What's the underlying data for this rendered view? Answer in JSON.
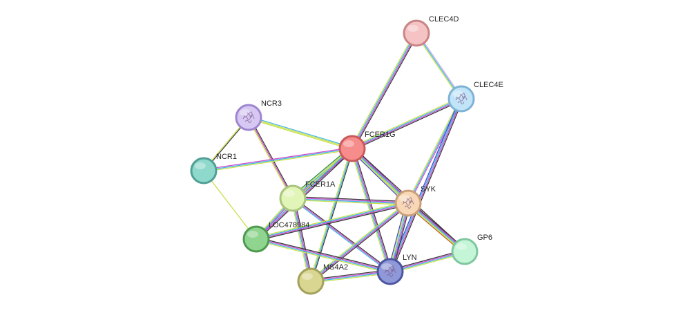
{
  "nodes": [
    {
      "id": "CLEC4D",
      "label": "CLEC4D",
      "fill": "#f5c3c3",
      "stroke": "#c98585",
      "icon": "none"
    },
    {
      "id": "CLEC4E",
      "label": "CLEC4E",
      "fill": "#c2e4f8",
      "stroke": "#7fb3d4",
      "icon": "protein-structure-icon"
    },
    {
      "id": "NCR3",
      "label": "NCR3",
      "fill": "#d7c8f3",
      "stroke": "#9d86cf",
      "icon": "protein-structure-icon"
    },
    {
      "id": "FCER1G",
      "label": "FCER1G",
      "fill": "#f78c8c",
      "stroke": "#c95a5a",
      "icon": "none"
    },
    {
      "id": "NCR1",
      "label": "NCR1",
      "fill": "#8fd8cc",
      "stroke": "#4f9f95",
      "icon": "none"
    },
    {
      "id": "FCER1A",
      "label": "FCER1A",
      "fill": "#e2f5b8",
      "stroke": "#a9c37c",
      "icon": "none"
    },
    {
      "id": "SYK",
      "label": "SYK",
      "fill": "#f8d7b6",
      "stroke": "#c9a07a",
      "icon": "protein-structure-icon"
    },
    {
      "id": "LOC478984",
      "label": "LOC478984",
      "fill": "#8fd48f",
      "stroke": "#4f9a4f",
      "icon": "none"
    },
    {
      "id": "GP6",
      "label": "GP6",
      "fill": "#c3f5d6",
      "stroke": "#7fc79e",
      "icon": "none"
    },
    {
      "id": "LYN",
      "label": "LYN",
      "fill": "#8f98d8",
      "stroke": "#4c569e",
      "icon": "protein-structure-icon"
    },
    {
      "id": "MS4A2",
      "label": "MS4A2",
      "fill": "#d9d692",
      "stroke": "#a3a05a",
      "icon": "none"
    }
  ],
  "edges": [
    {
      "source": "CLEC4D",
      "target": "FCER1G",
      "colors": [
        "#3a3a3a",
        "#d04fd0",
        "#3fb7e8",
        "#c9e04a"
      ]
    },
    {
      "source": "CLEC4D",
      "target": "CLEC4E",
      "colors": [
        "#c8a8e8",
        "#3fb7e8",
        "#c9e04a"
      ]
    },
    {
      "source": "CLEC4E",
      "target": "FCER1G",
      "colors": [
        "#3a3a3a",
        "#d04fd0",
        "#3fb7e8",
        "#c9e04a"
      ]
    },
    {
      "source": "CLEC4E",
      "target": "SYK",
      "colors": [
        "#d04fd0",
        "#3fb7e8",
        "#c9e04a"
      ]
    },
    {
      "source": "CLEC4E",
      "target": "LYN",
      "colors": [
        "#3a3a3a",
        "#d04fd0",
        "#3fb7e8",
        "#4a4ad0"
      ]
    },
    {
      "source": "NCR3",
      "target": "FCER1G",
      "colors": [
        "#3fb7e8",
        "#c9e04a",
        "#c9e04a"
      ]
    },
    {
      "source": "NCR3",
      "target": "NCR1",
      "colors": [
        "#3a3a3a",
        "#c9e04a"
      ]
    },
    {
      "source": "NCR3",
      "target": "FCER1A",
      "colors": [
        "#3a3a3a",
        "#d04fd0",
        "#c9e04a"
      ]
    },
    {
      "source": "NCR1",
      "target": "FCER1G",
      "colors": [
        "#d04fd0",
        "#3fb7e8",
        "#c9e04a"
      ]
    },
    {
      "source": "NCR1",
      "target": "LOC478984",
      "colors": [
        "#c9e04a"
      ]
    },
    {
      "source": "FCER1G",
      "target": "FCER1A",
      "colors": [
        "#3a3a3a",
        "#d04fd0",
        "#3fb7e8",
        "#c9e04a",
        "#2e8b57"
      ]
    },
    {
      "source": "FCER1G",
      "target": "SYK",
      "colors": [
        "#3a3a3a",
        "#d04fd0",
        "#3fb7e8",
        "#c9e04a",
        "#4a4ad0"
      ]
    },
    {
      "source": "FCER1G",
      "target": "LYN",
      "colors": [
        "#3a3a3a",
        "#d04fd0",
        "#3fb7e8",
        "#c9e04a"
      ]
    },
    {
      "source": "FCER1G",
      "target": "LOC478984",
      "colors": [
        "#3a3a3a",
        "#d04fd0",
        "#3fb7e8",
        "#c9e04a"
      ]
    },
    {
      "source": "FCER1G",
      "target": "MS4A2",
      "colors": [
        "#3a3a3a",
        "#3fb7e8",
        "#c9e04a"
      ]
    },
    {
      "source": "FCER1G",
      "target": "GP6",
      "colors": [
        "#3a3a3a",
        "#d04fd0",
        "#3fb7e8",
        "#c9e04a"
      ]
    },
    {
      "source": "FCER1A",
      "target": "SYK",
      "colors": [
        "#3a3a3a",
        "#d04fd0",
        "#3fb7e8",
        "#c9e04a"
      ]
    },
    {
      "source": "FCER1A",
      "target": "LOC478984",
      "colors": [
        "#d04fd0",
        "#3fb7e8",
        "#c9e04a"
      ]
    },
    {
      "source": "FCER1A",
      "target": "MS4A2",
      "colors": [
        "#3a3a3a",
        "#d04fd0",
        "#3fb7e8",
        "#c9e04a"
      ]
    },
    {
      "source": "FCER1A",
      "target": "LYN",
      "colors": [
        "#3a3a3a",
        "#d04fd0",
        "#3fb7e8"
      ]
    },
    {
      "source": "SYK",
      "target": "LYN",
      "colors": [
        "#3a3a3a",
        "#d04fd0",
        "#3fb7e8",
        "#c9e04a",
        "#4a4ad0"
      ]
    },
    {
      "source": "SYK",
      "target": "GP6",
      "colors": [
        "#3a3a3a",
        "#d04fd0",
        "#3fb7e8",
        "#c9e04a",
        "#c06020"
      ]
    },
    {
      "source": "SYK",
      "target": "LOC478984",
      "colors": [
        "#3a3a3a",
        "#d04fd0",
        "#3fb7e8",
        "#c9e04a"
      ]
    },
    {
      "source": "SYK",
      "target": "MS4A2",
      "colors": [
        "#3a3a3a",
        "#d04fd0",
        "#3fb7e8",
        "#c9e04a"
      ]
    },
    {
      "source": "LOC478984",
      "target": "LYN",
      "colors": [
        "#3a3a3a",
        "#d04fd0",
        "#3fb7e8",
        "#c9e04a"
      ]
    },
    {
      "source": "MS4A2",
      "target": "LYN",
      "colors": [
        "#3a3a3a",
        "#d04fd0",
        "#3fb7e8",
        "#c9e04a"
      ]
    },
    {
      "source": "LYN",
      "target": "GP6",
      "colors": [
        "#3a3a3a",
        "#d04fd0",
        "#3fb7e8",
        "#c9e04a"
      ]
    }
  ]
}
